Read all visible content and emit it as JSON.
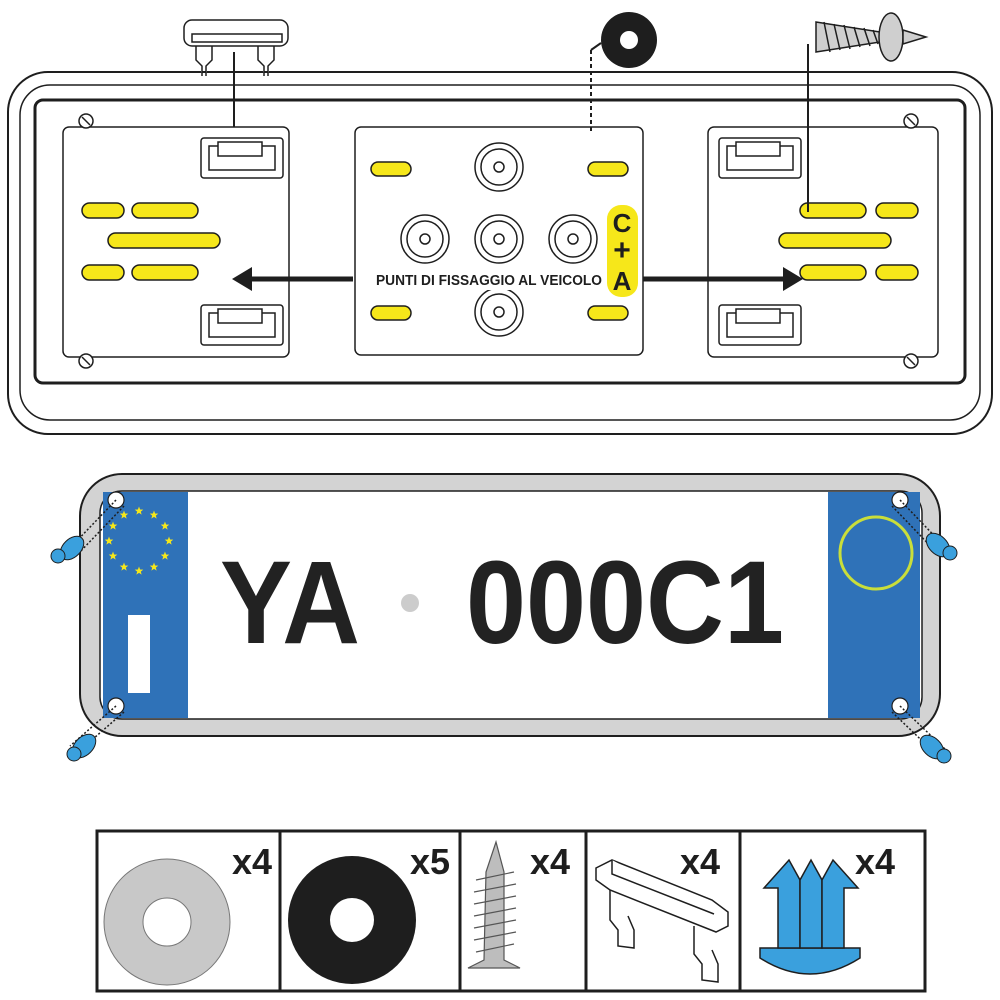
{
  "colors": {
    "yellow": "#f6e71a",
    "eu_blue": "#2f72b8",
    "outline": "#1e1e1e",
    "frame_gray": "#cfcfcf",
    "rivet_blue": "#3aa0dd",
    "washer_gray": "#c8c8c8",
    "screw_gray": "#bdbdbd"
  },
  "frame_diagram": {
    "caption": "PUNTI DI FISSAGGIO AL VEICOLO",
    "badge_top": "C",
    "badge_mid": "+",
    "badge_bottom": "A"
  },
  "plate": {
    "left_text": "YA",
    "right_text": "000C1",
    "country_code": "I"
  },
  "parts": [
    {
      "icon": "flat-washer-icon",
      "quantity": "x4"
    },
    {
      "icon": "rubber-washer-icon",
      "quantity": "x5"
    },
    {
      "icon": "screw-icon",
      "quantity": "x4"
    },
    {
      "icon": "clip-icon",
      "quantity": "x4"
    },
    {
      "icon": "rivet-icon",
      "quantity": "x4"
    }
  ]
}
